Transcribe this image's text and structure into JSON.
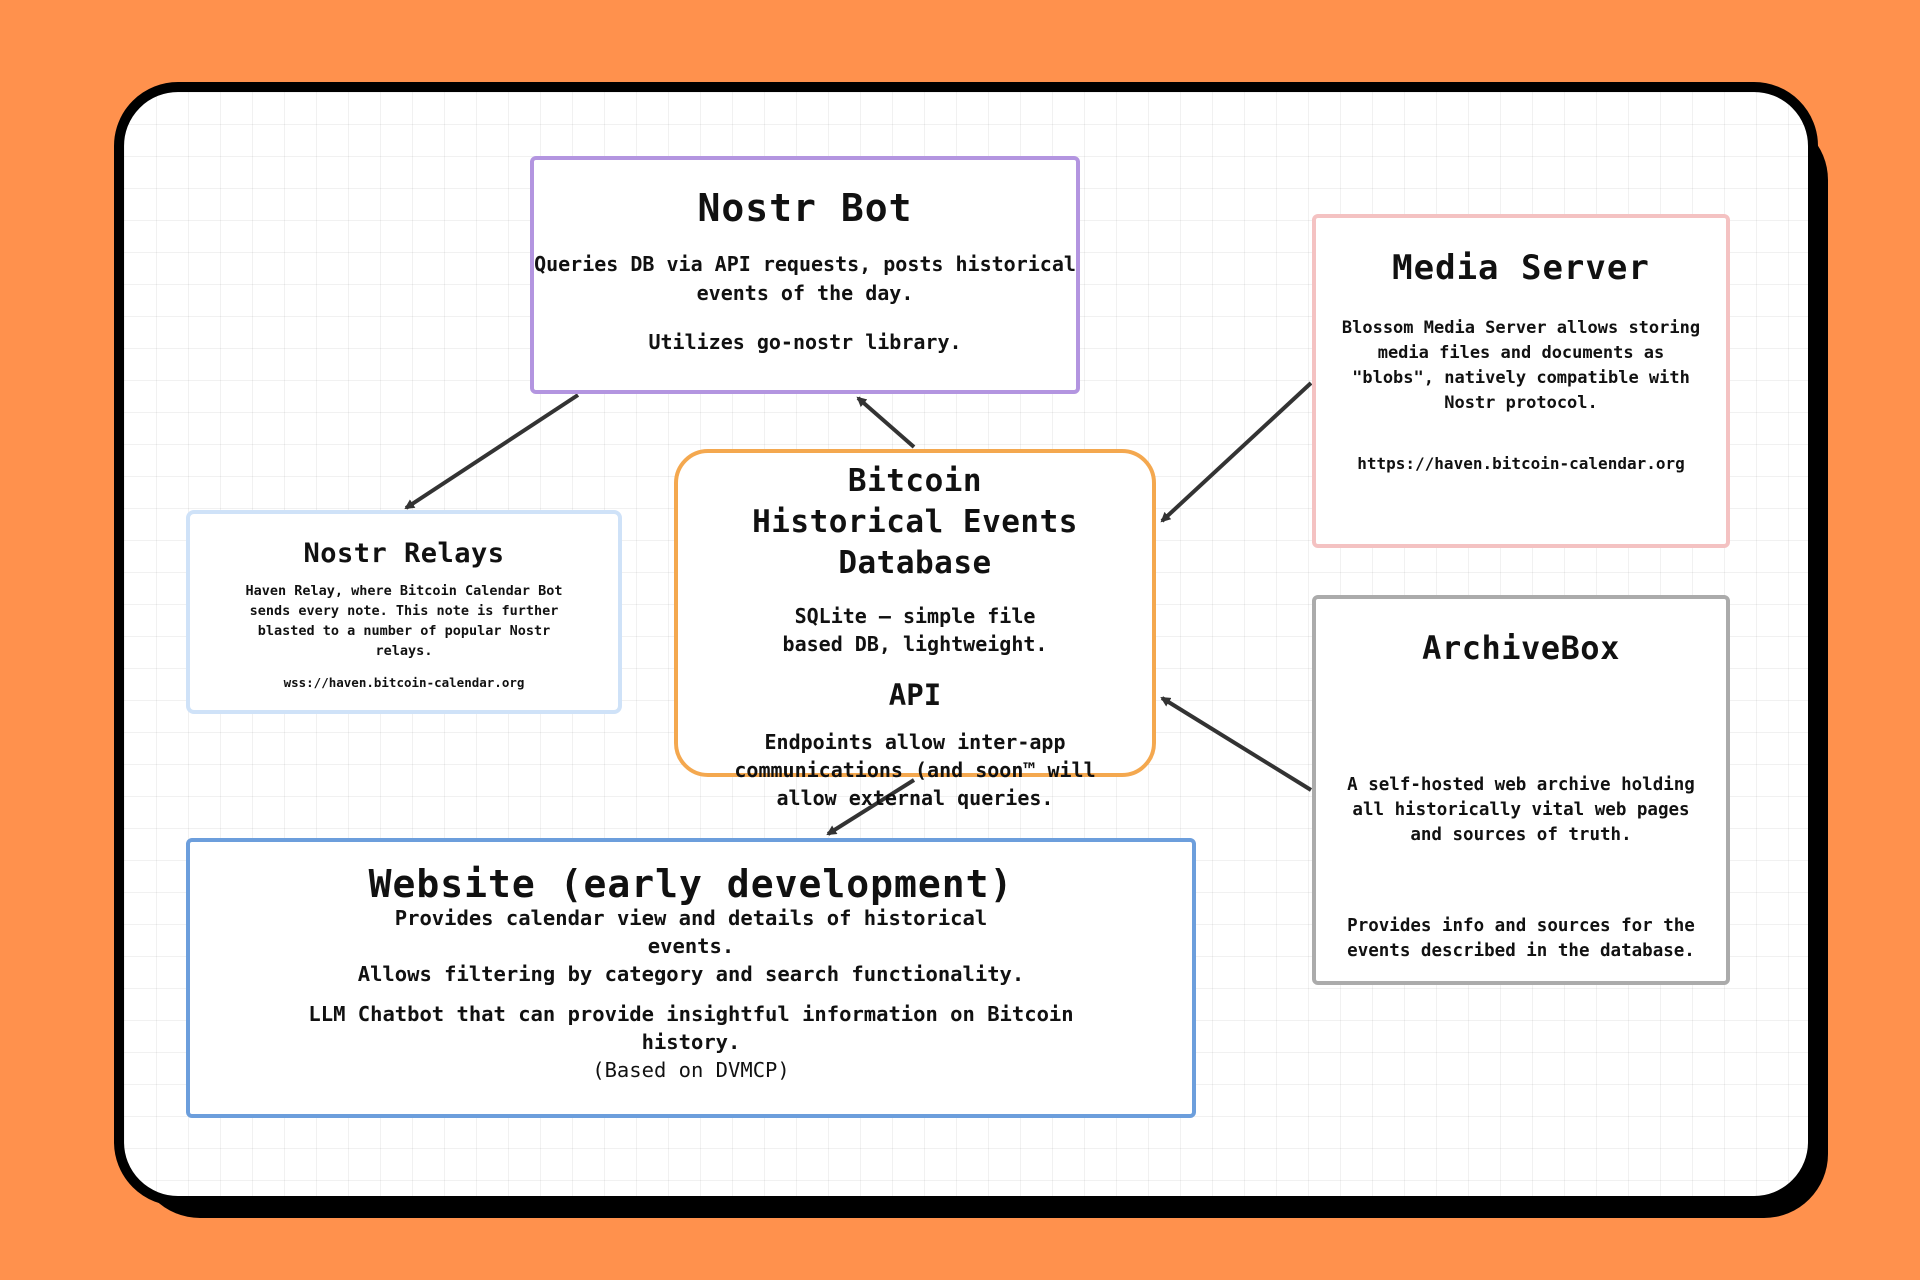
{
  "diagram": {
    "nodes": {
      "nostr_bot": {
        "title": "Nostr Bot",
        "description": "Queries DB via API requests, posts historical events of the day.",
        "note": "Utilizes go-nostr library."
      },
      "media_server": {
        "title": "Media Server",
        "description": "Blossom Media Server allows storing media files and documents as \"blobs\", natively compatible with Nostr protocol.",
        "link": "https://haven.bitcoin-calendar.org"
      },
      "nostr_relays": {
        "title": "Nostr Relays",
        "description": "Haven Relay, where Bitcoin Calendar Bot sends every note. This note is further blasted to a number of popular Nostr relays.",
        "link": "wss://haven.bitcoin-calendar.org"
      },
      "database": {
        "title": "Bitcoin Historical Events Database",
        "description": "SQLite – simple file based DB, lightweight.",
        "api_title": "API",
        "api_description": "Endpoints allow inter-app communications (and soon™ will allow external queries."
      },
      "archivebox": {
        "title": "ArchiveBox",
        "description": "A self-hosted web archive holding all historically vital web pages and sources of truth.",
        "note": "Provides info and sources for the events described in the database."
      },
      "website": {
        "title": "Website (early development)",
        "description": "Provides calendar view and details of historical events.",
        "description2": "Allows filtering by category and search functionality.",
        "description3": "LLM Chatbot that can provide insightful information on Bitcoin history.",
        "note": "(Based on DVMCP)"
      }
    },
    "edges": [
      {
        "from": "database",
        "to": "nostr_bot"
      },
      {
        "from": "nostr_bot",
        "to": "nostr_relays"
      },
      {
        "from": "media_server",
        "to": "database"
      },
      {
        "from": "archivebox",
        "to": "database"
      },
      {
        "from": "database",
        "to": "website"
      }
    ],
    "colors": {
      "background": "#FF914D",
      "nostr_bot_border": "#B395E0",
      "media_server_border": "#F4C2C2",
      "nostr_relays_border": "#CFE2F8",
      "database_border": "#F4A84F",
      "archivebox_border": "#ABABAB",
      "website_border": "#6C9EDC",
      "arrow": "#333333"
    }
  }
}
